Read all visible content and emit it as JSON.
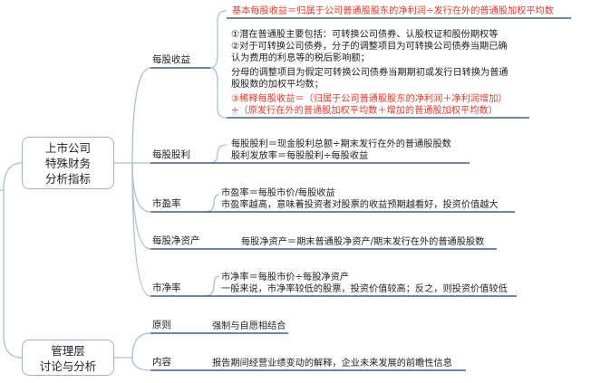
{
  "root_nodes": [
    {
      "line1": "上市公司",
      "line2": "特殊财务",
      "line3": "分析指标"
    },
    {
      "line1": "管理层",
      "line2": "讨论与分析"
    }
  ],
  "branches": {
    "eps": {
      "label": "每股收益",
      "formula": "基本每股收益＝归属于公司普通股股东的净利润÷发行在外的普通股加权平均数",
      "notes": [
        "①潜在普通股主要包括：可转换公司债券、认股权证和股份期权等",
        "②对于可转换公司债券，分子的调整项目为可转换公司债券当期已确",
        "认为费用的利息等的税后影响额；",
        "分母的调整项目为假定可转换公司债券当期期初或发行日转换为普通",
        "股股数的加权平均数；"
      ],
      "diluted_line1": "③稀释每股收益＝（归属于公司普通股股东的净利润＋净利润增加）",
      "diluted_line2": "÷（原发行在外的普通股加权平均数＋增加的普通股加权平均数）"
    },
    "dps": {
      "label": "每股股利",
      "line1": "每股股利＝现金股利总额÷期末发行在外的普通股股数",
      "line2": "股利发放率＝每股股利÷每股收益"
    },
    "pe": {
      "label": "市盈率",
      "line1": "市盈率＝每股市价/每股收益",
      "line2": "市盈率越高，意味着投资者对股票的收益预期越看好，投资价值越大"
    },
    "bvps": {
      "label": "每股净资产",
      "line1": "每股净资产＝期末普通股净资产/期末发行在外的普通股股数"
    },
    "pb": {
      "label": "市净率",
      "line1": "市净率＝每股市价÷每股净资产",
      "line2": "一般来说，市净率较低的股票，投资价值较高；反之，则投资价值较低"
    },
    "principle": {
      "label": "原则",
      "text": "强制与自愿相结合"
    },
    "content": {
      "label": "内容",
      "text": "报告期间经营业绩变动的解释，企业未来发展的前瞻性信息"
    }
  },
  "colors": {
    "line": "#1f3b73",
    "connector": "#a9bfd6",
    "node_border": "#9fb3c8",
    "highlight": "#e23a2e"
  }
}
